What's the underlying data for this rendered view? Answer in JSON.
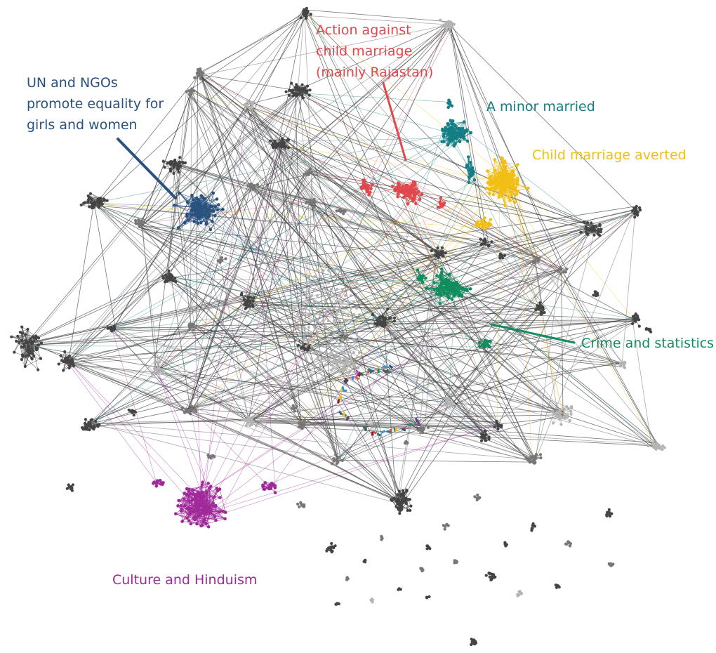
{
  "palette": {
    "dark": "#444444",
    "mid": "#777777",
    "light": "#b4b4b4",
    "edge_dark": "#3f3f3f",
    "edge_mid": "#8a8a8a",
    "edge_light": "#c8c8c8"
  },
  "communities": [
    {
      "id": "un",
      "lines": [
        "UN and NGOs",
        "promote equality for",
        "girls and women"
      ],
      "color": "#2a527f"
    },
    {
      "id": "action",
      "lines": [
        "Action against",
        "child marriage",
        "(mainly Rajastan)"
      ],
      "color": "#e2474c"
    },
    {
      "id": "minor",
      "lines": [
        "A minor married"
      ],
      "color": "#137e85"
    },
    {
      "id": "averted",
      "lines": [
        "Child marriage averted"
      ],
      "color": "#f1bf15"
    },
    {
      "id": "crime",
      "lines": [
        "Crime and statistics"
      ],
      "color": "#0f8d5e"
    },
    {
      "id": "culture",
      "lines": [
        "Culture and Hinduism"
      ],
      "color": "#a0299a"
    }
  ]
}
